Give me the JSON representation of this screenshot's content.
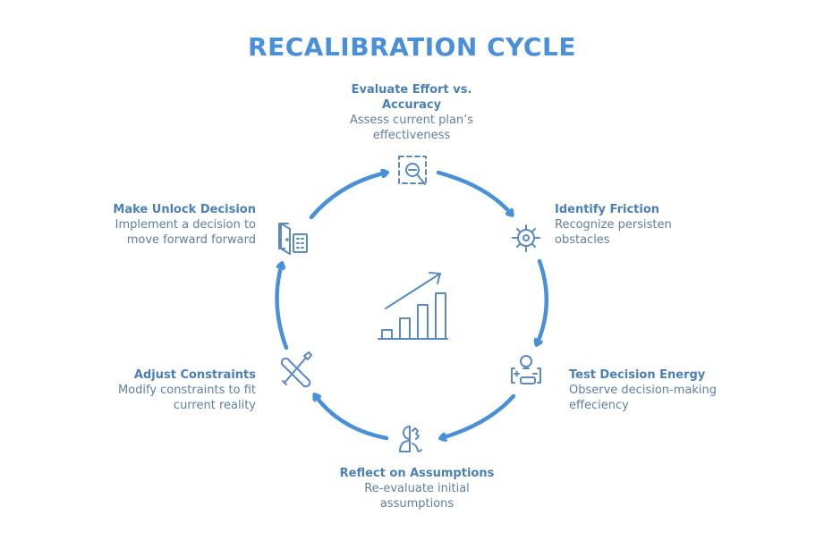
{
  "title": "RECALIBRATION CYCLE",
  "colors": {
    "title": "#4a90d9",
    "arrow": "#4a90d9",
    "heading": "#4a7fb8",
    "description": "#5f7f9f",
    "icon": "#5b8ac0"
  },
  "center_icon": "growth-bar-chart-icon",
  "steps": [
    {
      "id": "evaluate",
      "heading": "Evaluate Effort vs. Accuracy",
      "heading_lines": [
        "Evaluate Effort vs.",
        "Accuracy"
      ],
      "description_lines": [
        "Assess current plan’s",
        "effectiveness"
      ],
      "icon": "magnify-search-icon"
    },
    {
      "id": "identify",
      "heading": "Identify Friction",
      "heading_lines": [
        "Identify Friction"
      ],
      "description_lines": [
        "Recognize persisten",
        "obstacles"
      ],
      "icon": "gear-sun-icon"
    },
    {
      "id": "test",
      "heading": "Test Decision Energy",
      "heading_lines": [
        "Test Decision Energy"
      ],
      "description_lines": [
        "Observe decision-making",
        "effeciency"
      ],
      "icon": "lightbulb-battery-icon"
    },
    {
      "id": "reflect",
      "heading": "Reflect on Assumptions",
      "heading_lines": [
        "Reflect on Assumptions"
      ],
      "description_lines": [
        "Re-evaluate initial",
        "assumptions"
      ],
      "icon": "head-gear-icon"
    },
    {
      "id": "adjust",
      "heading": "Adjust Constraints",
      "heading_lines": [
        "Adjust Constraints"
      ],
      "description_lines": [
        "Modify constraints to fit",
        "current reality"
      ],
      "icon": "wrench-screwdriver-icon"
    },
    {
      "id": "unlock",
      "heading": "Make Unlock Decision",
      "heading_lines": [
        "Make Unlock Decision"
      ],
      "description_lines": [
        "Implement a decision to",
        "move forward forward"
      ],
      "icon": "door-building-icon"
    }
  ]
}
